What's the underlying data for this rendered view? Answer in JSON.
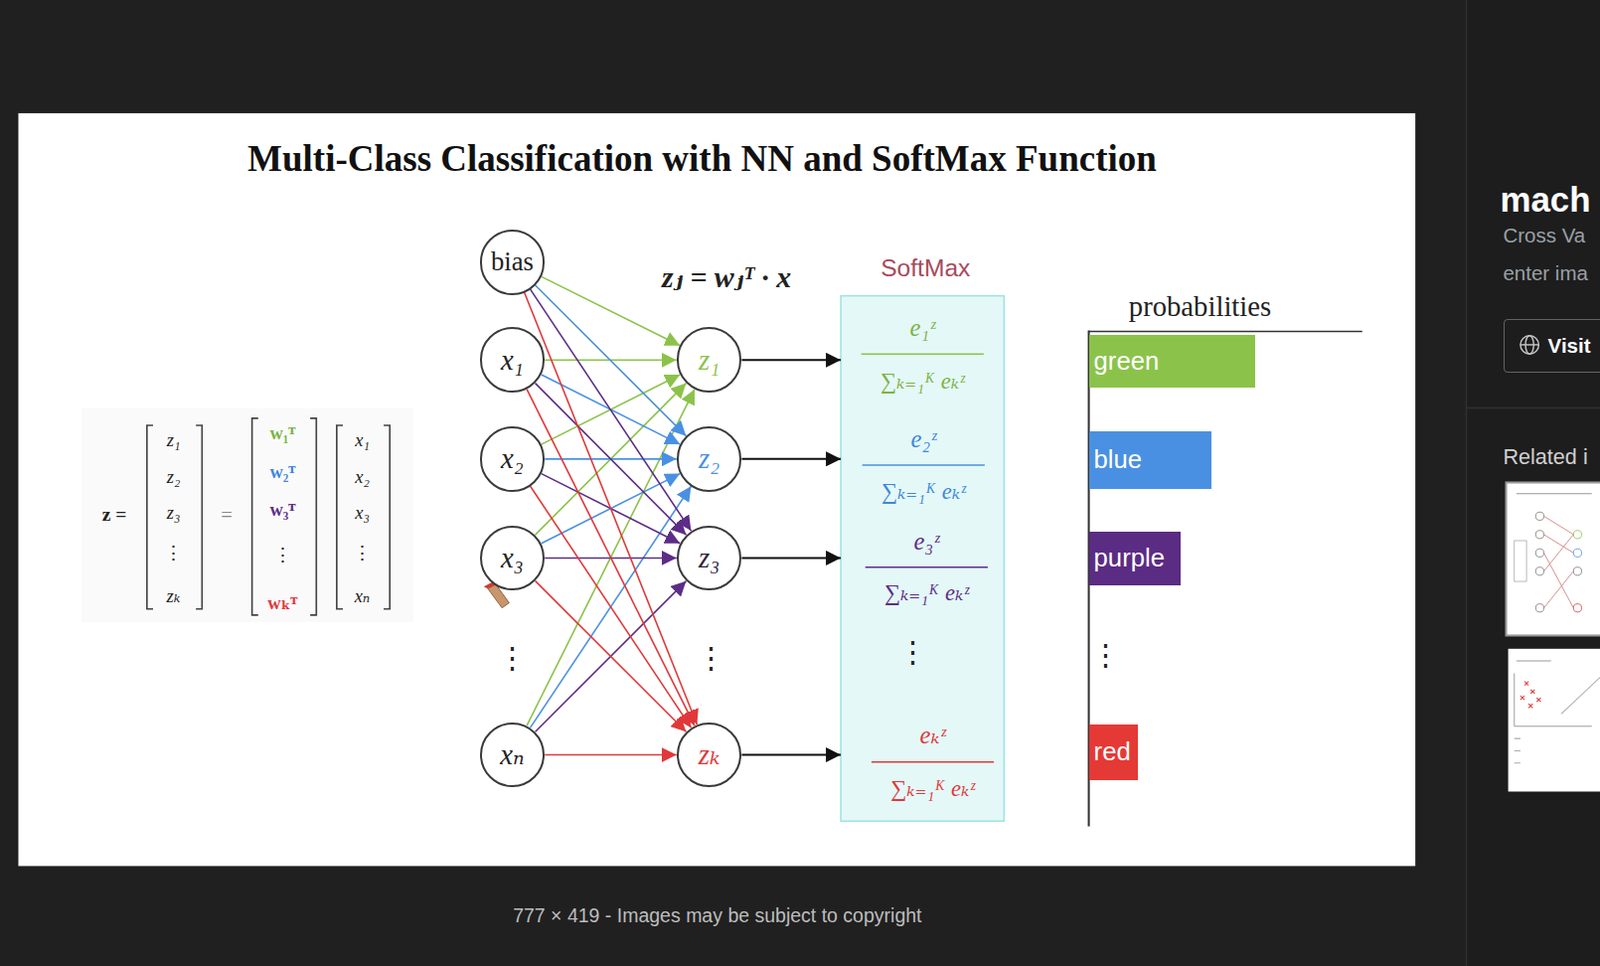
{
  "diagram": {
    "title": "Multi-Class Classification with NN and SoftMax Function",
    "caption": "777 × 419 - Images may be subject to copyright",
    "nodes": [
      {
        "text": [
          "bias"
        ]
      },
      {
        "text": [
          "x₁"
        ]
      },
      {
        "text": [
          "x₂"
        ]
      },
      {
        "text": [
          "x₃"
        ]
      },
      {
        "text": [
          "xₙ"
        ]
      },
      {
        "text": [
          "z₁"
        ]
      },
      {
        "text": [
          "z₂"
        ]
      },
      {
        "text": [
          "z₃"
        ]
      },
      {
        "text": [
          "zₖ"
        ]
      },
      {
        "text": [
          "SoftMax",
          "e₁ᶻ",
          "∑ₖ₌₁ᴷ eₖᶻ",
          "e₂ᶻ",
          "∑ₖ₌₁ᴷ eₖᶻ",
          "e₃ᶻ",
          "∑ₖ₌₁ᴷ eₖᶻ",
          "⋮",
          "eₖᶻ",
          "∑ₖ₌₁ᴷ eₖᶻ"
        ]
      },
      {
        "text": [
          "green"
        ]
      },
      {
        "text": [
          "blue"
        ]
      },
      {
        "text": [
          "purple"
        ]
      },
      {
        "text": [
          "red"
        ]
      },
      {
        "text": [
          "Visit"
        ]
      }
    ],
    "edges": [
      {
        "from": 0,
        "to": 5,
        "arrow": "to"
      },
      {
        "from": 1,
        "to": 5,
        "arrow": "to"
      },
      {
        "from": 2,
        "to": 5,
        "arrow": "to"
      },
      {
        "from": 3,
        "to": 5,
        "arrow": "to"
      },
      {
        "from": 4,
        "to": 5,
        "arrow": "to"
      },
      {
        "from": 0,
        "to": 6,
        "arrow": "to"
      },
      {
        "from": 1,
        "to": 6,
        "arrow": "to"
      },
      {
        "from": 2,
        "to": 6,
        "arrow": "to"
      },
      {
        "from": 3,
        "to": 6,
        "arrow": "to"
      },
      {
        "from": 4,
        "to": 6,
        "arrow": "to"
      },
      {
        "from": 0,
        "to": 7,
        "arrow": "to"
      },
      {
        "from": 1,
        "to": 7,
        "arrow": "to"
      },
      {
        "from": 2,
        "to": 7,
        "arrow": "to"
      },
      {
        "from": 3,
        "to": 7,
        "arrow": "to"
      },
      {
        "from": 4,
        "to": 7,
        "arrow": "to"
      },
      {
        "from": 0,
        "to": 8,
        "arrow": "to"
      },
      {
        "from": 1,
        "to": 8,
        "arrow": "to"
      },
      {
        "from": 2,
        "to": 8,
        "arrow": "to"
      },
      {
        "from": 3,
        "to": 8,
        "arrow": "to"
      },
      {
        "from": 4,
        "to": 8,
        "arrow": "to"
      },
      {
        "from": 5,
        "to": 9,
        "arrow": "to"
      },
      {
        "from": 6,
        "to": 9,
        "arrow": "to"
      },
      {
        "from": 7,
        "to": 9,
        "arrow": "to"
      },
      {
        "from": 8,
        "to": 9,
        "arrow": "to"
      }
    ],
    "labels": [
      "zⱼ = wⱼᵀ · x",
      "⋮",
      "⋮",
      "probabilities",
      "⋮",
      "z =",
      "z₁",
      "z₂",
      "z₃",
      "⋮",
      "zₖ",
      "=",
      "w₁ᵀ",
      "w₂ᵀ",
      "w₃ᵀ",
      "⋮",
      "wₖᵀ",
      "x₁",
      "x₂",
      "x₃",
      "⋮",
      "xₙ",
      "mach",
      "Cross Va",
      "enter ima",
      "Related i"
    ]
  }
}
